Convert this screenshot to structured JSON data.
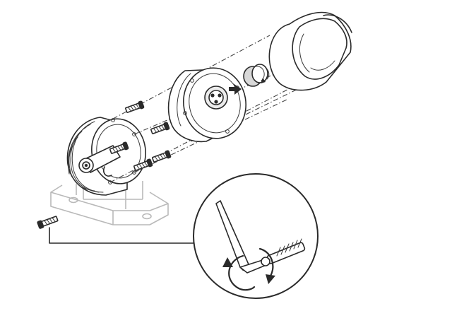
{
  "diagram": {
    "parts": [
      "base-bracket",
      "camera-body",
      "trim-ring",
      "lens-cap",
      "sunshield",
      "mounting-screws",
      "fixing-screw",
      "allen-key",
      "rotation-arrows"
    ]
  }
}
